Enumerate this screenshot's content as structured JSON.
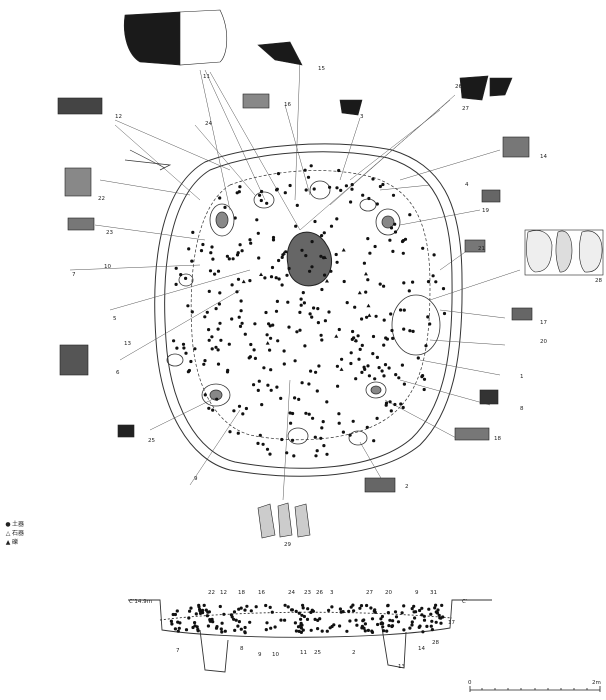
{
  "legend": [
    {
      "symbol": "●",
      "label": "土器"
    },
    {
      "symbol": "△",
      "label": "石器"
    },
    {
      "symbol": "▲",
      "label": "礫"
    }
  ],
  "callouts": [
    "11",
    "15",
    "26",
    "27",
    "12",
    "24",
    "16",
    "3",
    "14",
    "22",
    "4",
    "23",
    "19",
    "10",
    "21",
    "28",
    "7",
    "5",
    "17",
    "20",
    "1",
    "6",
    "8",
    "13",
    "25",
    "18",
    "9",
    "2",
    "29"
  ],
  "section": {
    "left_point_label": "C'14.9m",
    "right_point_label": "C'",
    "top_numbers": [
      "22",
      "12",
      "18",
      "16",
      "24",
      "23",
      "26",
      "3",
      "27",
      "20",
      "9",
      "31"
    ],
    "bottom_numbers": [
      "7",
      "8",
      "9",
      "10",
      "11",
      "25",
      "2",
      "14",
      "28",
      "13",
      "17"
    ]
  },
  "scale": {
    "start_label": "0",
    "end_label": "2m"
  }
}
